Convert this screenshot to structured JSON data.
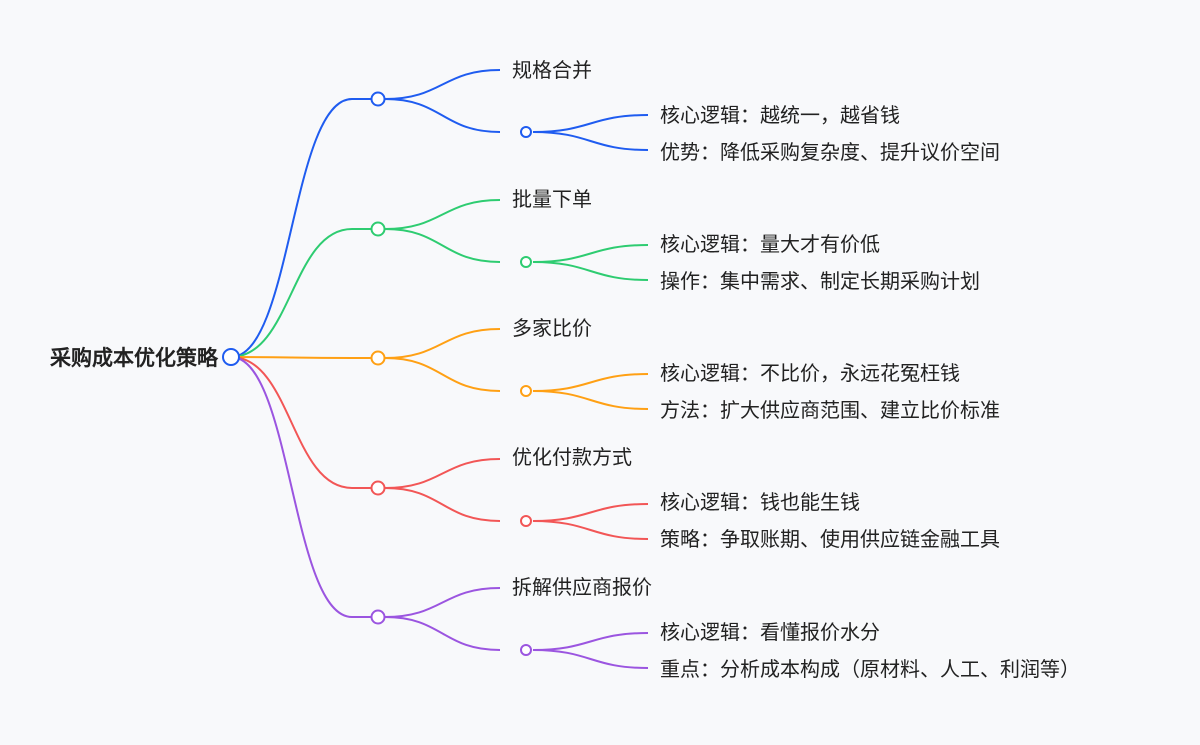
{
  "root": {
    "label": "采购成本优化策略",
    "color": "#1f5cf0"
  },
  "branches": [
    {
      "title": "规格合并",
      "color": "#1f5cf0",
      "leaves": [
        "核心逻辑：越统一，越省钱",
        "优势：降低采购复杂度、提升议价空间"
      ]
    },
    {
      "title": "批量下单",
      "color": "#2ecc71",
      "leaves": [
        "核心逻辑：量大才有价低",
        "操作：集中需求、制定长期采购计划"
      ]
    },
    {
      "title": "多家比价",
      "color": "#ffa014",
      "leaves": [
        "核心逻辑：不比价，永远花冤枉钱",
        "方法：扩大供应商范围、建立比价标准"
      ]
    },
    {
      "title": "优化付款方式",
      "color": "#f25656",
      "leaves": [
        "核心逻辑：钱也能生钱",
        "策略：争取账期、使用供应链金融工具"
      ]
    },
    {
      "title": "拆解供应商报价",
      "color": "#9b55e0",
      "leaves": [
        "核心逻辑：看懂报价水分",
        "重点：分析成本构成（原材料、人工、利润等）"
      ]
    }
  ]
}
